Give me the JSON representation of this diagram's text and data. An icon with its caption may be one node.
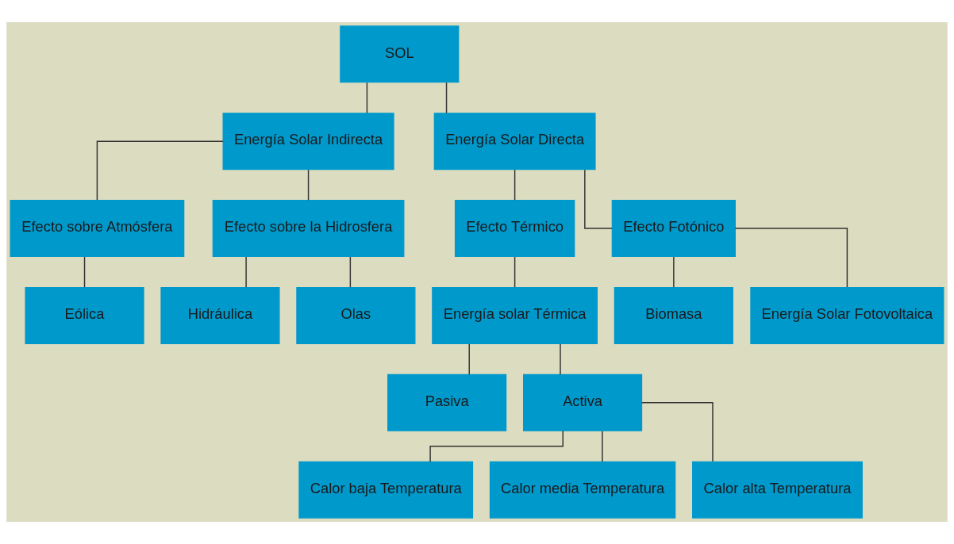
{
  "diagram": {
    "nodes": [
      {
        "text": [
          "SOL"
        ]
      },
      {
        "text": [
          "Energía Solar Indirecta"
        ]
      },
      {
        "text": [
          "Energía Solar Directa"
        ]
      },
      {
        "text": [
          "Efecto sobre Atmósfera"
        ]
      },
      {
        "text": [
          "Efecto sobre la Hidrosfera"
        ]
      },
      {
        "text": [
          "Efecto Térmico"
        ]
      },
      {
        "text": [
          "Efecto Fotónico"
        ]
      },
      {
        "text": [
          "Eólica"
        ]
      },
      {
        "text": [
          "Hidráulica"
        ]
      },
      {
        "text": [
          "Olas"
        ]
      },
      {
        "text": [
          "Energía solar Térmica"
        ]
      },
      {
        "text": [
          "Biomasa"
        ]
      },
      {
        "text": [
          "Energía Solar Fotovoltaica"
        ]
      },
      {
        "text": [
          "Pasiva"
        ]
      },
      {
        "text": [
          "Activa"
        ]
      },
      {
        "text": [
          "Calor baja Temperatura"
        ]
      },
      {
        "text": [
          "Calor media Temperatura"
        ]
      },
      {
        "text": [
          "Calor alta Temperatura"
        ]
      }
    ],
    "edges": [
      {
        "from": 0,
        "to": 1,
        "arrow": "none"
      },
      {
        "from": 0,
        "to": 2,
        "arrow": "none"
      },
      {
        "from": 1,
        "to": 3,
        "arrow": "none"
      },
      {
        "from": 1,
        "to": 4,
        "arrow": "none"
      },
      {
        "from": 2,
        "to": 5,
        "arrow": "none"
      },
      {
        "from": 2,
        "to": 6,
        "arrow": "none"
      },
      {
        "from": 3,
        "to": 7,
        "arrow": "none"
      },
      {
        "from": 4,
        "to": 8,
        "arrow": "none"
      },
      {
        "from": 4,
        "to": 9,
        "arrow": "none"
      },
      {
        "from": 5,
        "to": 10,
        "arrow": "none"
      },
      {
        "from": 6,
        "to": 11,
        "arrow": "none"
      },
      {
        "from": 6,
        "to": 12,
        "arrow": "none"
      },
      {
        "from": 10,
        "to": 13,
        "arrow": "none"
      },
      {
        "from": 10,
        "to": 14,
        "arrow": "none"
      },
      {
        "from": 14,
        "to": 15,
        "arrow": "none"
      },
      {
        "from": 14,
        "to": 16,
        "arrow": "none"
      },
      {
        "from": 14,
        "to": 17,
        "arrow": "none"
      }
    ]
  }
}
